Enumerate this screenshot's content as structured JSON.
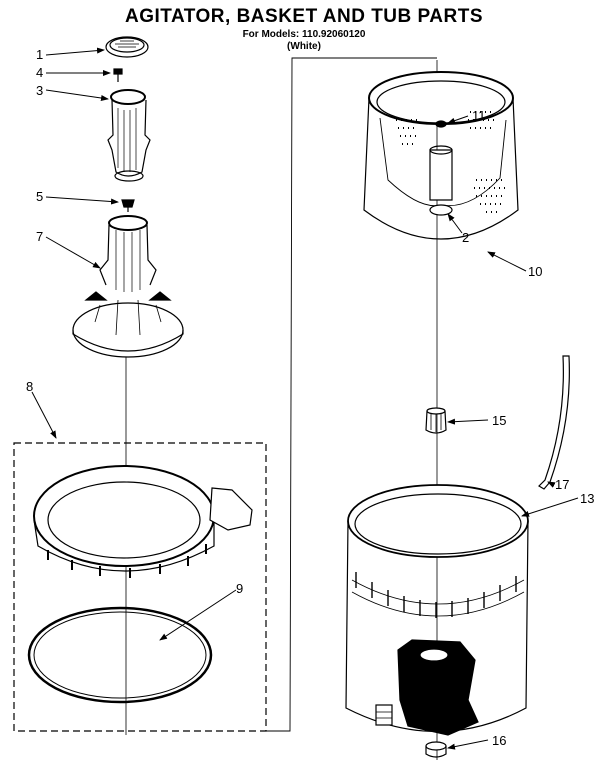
{
  "title": "AGITATOR, BASKET AND TUB PARTS",
  "models_line": "For Models: 110.92060120",
  "color_line": "(White)",
  "callouts": {
    "c1": "1",
    "c2": "2",
    "c3": "3",
    "c4": "4",
    "c5": "5",
    "c7": "7",
    "c8": "8",
    "c9": "9",
    "c10": "10",
    "c11": "11",
    "c13": "13",
    "c15": "15",
    "c16": "16",
    "c17": "17"
  }
}
